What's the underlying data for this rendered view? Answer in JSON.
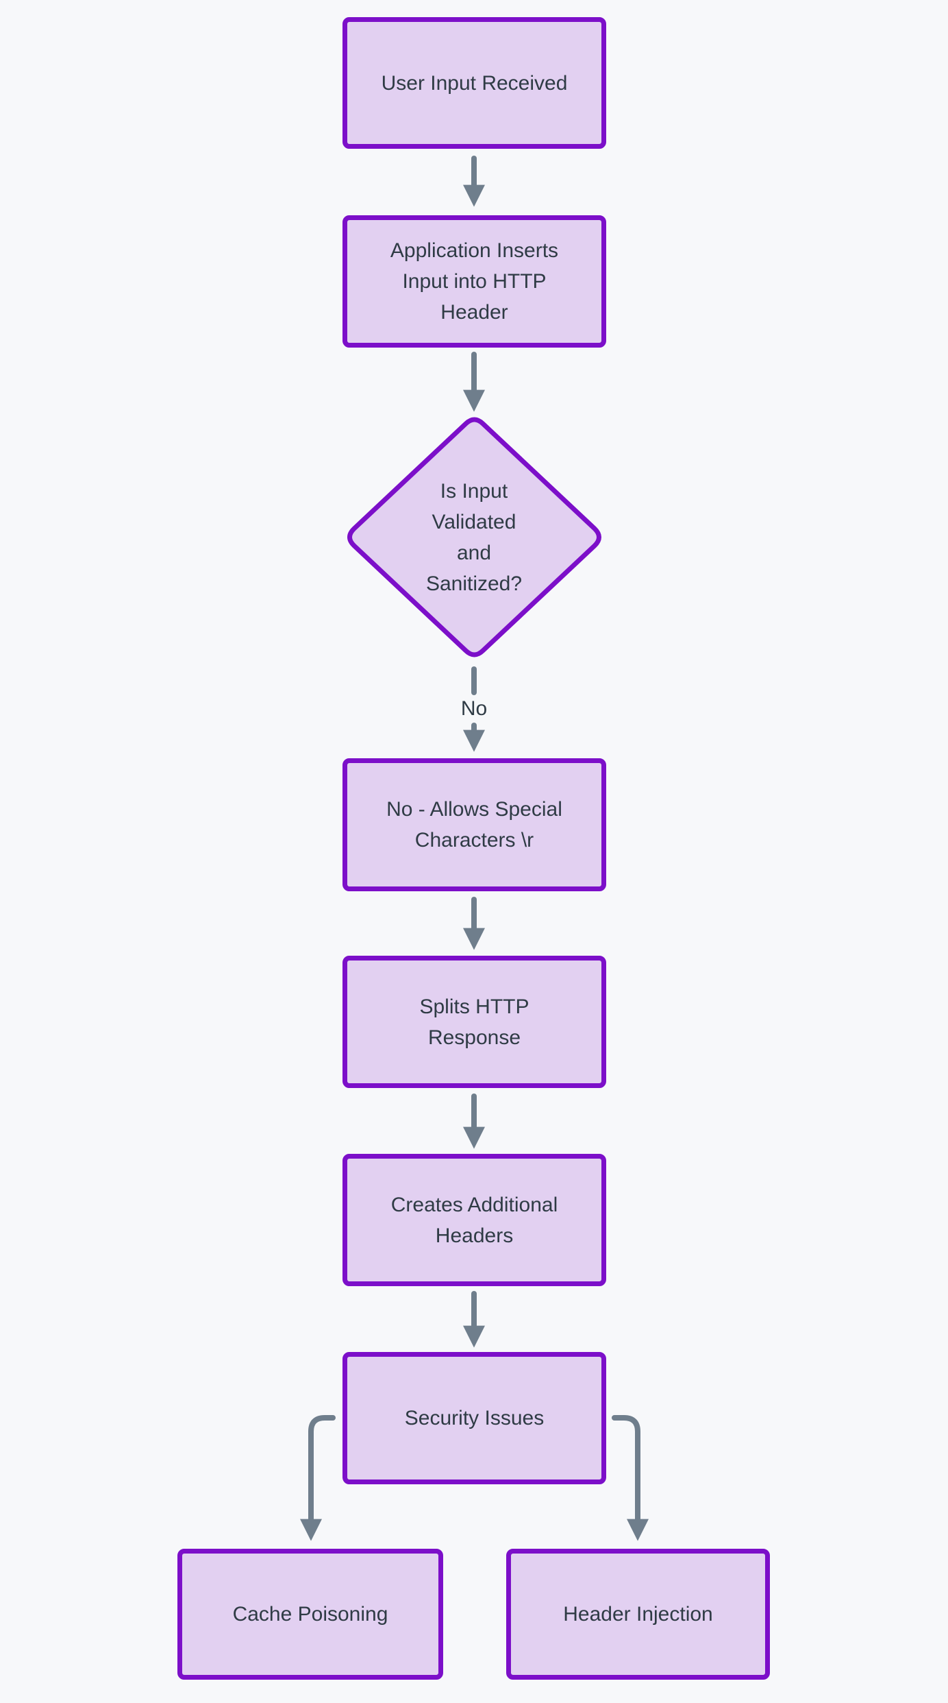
{
  "theme": {
    "background": "#f7f8fa",
    "node_fill": "#e2d0f1",
    "node_border": "#7c0fc9",
    "text_color": "#2f3b45",
    "arrow_color": "#6f7e8c"
  },
  "diagram": {
    "type": "flowchart",
    "direction": "top-down",
    "nodes": [
      {
        "id": "user-input-received",
        "shape": "rect",
        "label": "User Input Received"
      },
      {
        "id": "application-inserts-input",
        "shape": "rect",
        "label": "Application Inserts\nInput into HTTP\nHeader"
      },
      {
        "id": "is-input-validated",
        "shape": "diamond",
        "label": "Is Input\nValidated\nand\nSanitized?"
      },
      {
        "id": "allows-special-characters",
        "shape": "rect",
        "label": "No - Allows Special\nCharacters \\r"
      },
      {
        "id": "splits-http-response",
        "shape": "rect",
        "label": "Splits HTTP\nResponse"
      },
      {
        "id": "creates-additional-headers",
        "shape": "rect",
        "label": "Creates Additional\nHeaders"
      },
      {
        "id": "security-issues",
        "shape": "rect",
        "label": "Security Issues"
      },
      {
        "id": "cache-poisoning",
        "shape": "rect",
        "label": "Cache Poisoning"
      },
      {
        "id": "header-injection",
        "shape": "rect",
        "label": "Header Injection"
      }
    ],
    "edges": [
      {
        "from": "user-input-received",
        "to": "application-inserts-input",
        "label": ""
      },
      {
        "from": "application-inserts-input",
        "to": "is-input-validated",
        "label": ""
      },
      {
        "from": "is-input-validated",
        "to": "allows-special-characters",
        "label": "No"
      },
      {
        "from": "allows-special-characters",
        "to": "splits-http-response",
        "label": ""
      },
      {
        "from": "splits-http-response",
        "to": "creates-additional-headers",
        "label": ""
      },
      {
        "from": "creates-additional-headers",
        "to": "security-issues",
        "label": ""
      },
      {
        "from": "security-issues",
        "to": "cache-poisoning",
        "label": ""
      },
      {
        "from": "security-issues",
        "to": "header-injection",
        "label": ""
      }
    ]
  }
}
